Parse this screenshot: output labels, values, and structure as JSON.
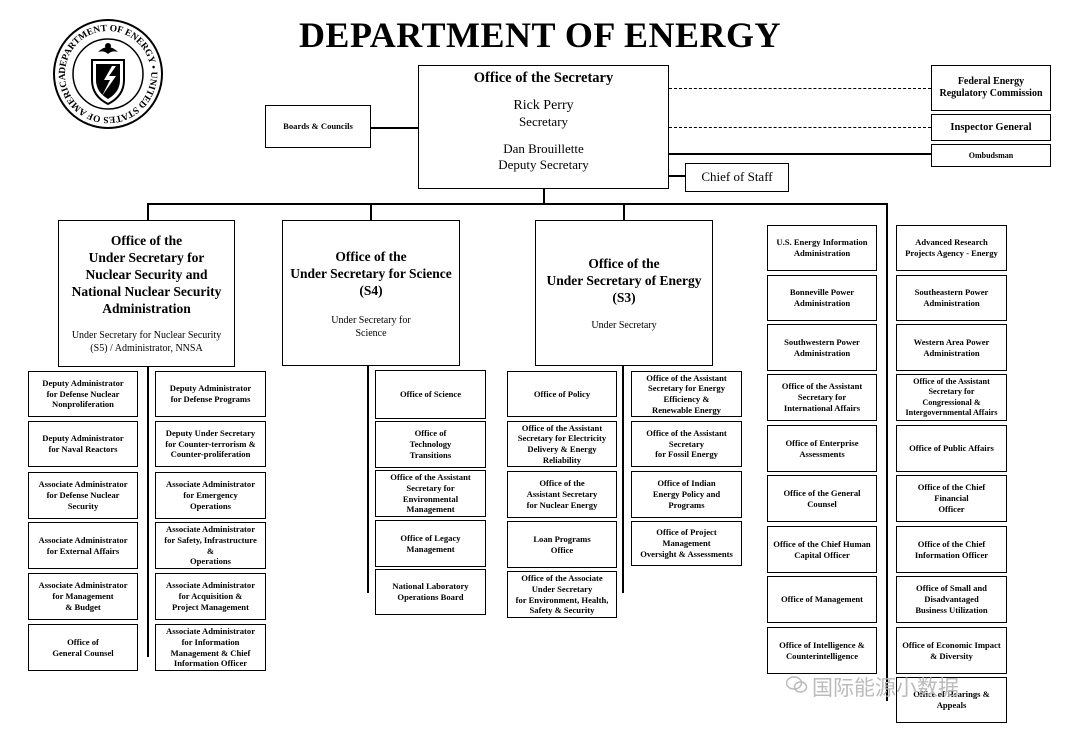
{
  "title": "DEPARTMENT OF ENERGY",
  "seal": "DEPARTMENT OF ENERGY • UNITED STATES OF AMERICA",
  "secretary": {
    "heading": "Office of the Secretary",
    "name1": "Rick Perry",
    "role1": "Secretary",
    "name2": "Dan Brouillette",
    "role2": "Deputy Secretary"
  },
  "side": {
    "boards": "Boards & Councils",
    "ferc": "Federal Energy\nRegulatory Commission",
    "ig": "Inspector General",
    "ombudsman": "Ombudsman",
    "chief_of_staff": "Chief of Staff"
  },
  "under_secretaries": {
    "nnsa": {
      "title": "Office of the\nUnder Secretary for\nNuclear Security and\nNational Nuclear Security\nAdministration",
      "sub": "Under Secretary for Nuclear Security\n(S5) / Administrator, NNSA"
    },
    "science": {
      "title": "Office of the\nUnder Secretary for Science\n(S4)",
      "sub": "Under Secretary for\nScience"
    },
    "energy": {
      "title": "Office of the\nUnder Secretary of Energy\n(S3)",
      "sub": "Under Secretary"
    }
  },
  "nnsa_left": [
    "Deputy Administrator\nfor Defense Nuclear\nNonproliferation",
    "Deputy Administrator\nfor Naval Reactors",
    "Associate Administrator\nfor Defense Nuclear\nSecurity",
    "Associate Administrator\nfor External Affairs",
    "Associate Administrator\nfor Management\n& Budget",
    "Office of\nGeneral Counsel"
  ],
  "nnsa_right": [
    "Deputy Administrator\nfor Defense Programs",
    "Deputy Under Secretary\nfor Counter-terrorism &\nCounter-proliferation",
    "Associate Administrator\nfor Emergency\nOperations",
    "Associate Administrator\nfor Safety, Infrastructure\n&\nOperations",
    "Associate Administrator\nfor Acquisition &\nProject Management",
    "Associate Administrator\nfor Information\nManagement & Chief\nInformation Officer"
  ],
  "science_offices": [
    "Office of Science",
    "Office of\nTechnology\nTransitions",
    "Office of the Assistant\nSecretary for\nEnvironmental\nManagement",
    "Office of Legacy\nManagement",
    "National Laboratory\nOperations Board"
  ],
  "energy_left": [
    "Office of Policy",
    "Office of the Assistant\nSecretary for Electricity\nDelivery & Energy\nReliability",
    "Office of the\nAssistant Secretary\nfor Nuclear Energy",
    "Loan Programs\nOffice",
    "Office of the Associate\nUnder Secretary\nfor Environment, Health,\nSafety & Security"
  ],
  "energy_right": [
    "Office of the Assistant\nSecretary for Energy\nEfficiency &\nRenewable Energy",
    "Office of the Assistant\nSecretary\nfor Fossil Energy",
    "Office of Indian\nEnergy Policy and\nPrograms",
    "Office of Project\nManagement\nOversight & Assessments"
  ],
  "staff_left": [
    "U.S. Energy Information\nAdministration",
    "Bonneville Power\nAdministration",
    "Southwestern Power\nAdministration",
    "Office of the Assistant\nSecretary for\nInternational Affairs",
    "Office of Enterprise\nAssessments",
    "Office of the General\nCounsel",
    "Office of the Chief Human\nCapital Officer",
    "Office of Management",
    "Office of Intelligence &\nCounterintelligence"
  ],
  "staff_right": [
    "Advanced Research\nProjects Agency - Energy",
    "Southeastern Power\nAdministration",
    "Western Area Power\nAdministration",
    "Office of the Assistant\nSecretary for\nCongressional &\nIntergovernmental Affairs",
    "Office of Public Affairs",
    "Office of the Chief\nFinancial\nOfficer",
    "Office of the Chief\nInformation Officer",
    "Office of Small and\nDisadvantaged\nBusiness Utilization",
    "Office of Economic Impact\n& Diversity",
    "Office of Hearings &\nAppeals"
  ],
  "watermark": "国际能源小数据"
}
